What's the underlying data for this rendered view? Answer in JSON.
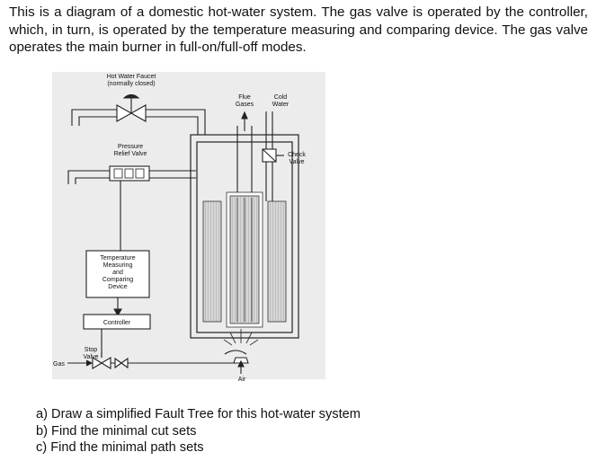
{
  "intro": "This is a diagram of a domestic hot-water system. The gas valve is operated by the controller, which, in turn, is operated by the temperature measuring and comparing device. The gas valve operates the main burner in full-on/full-off modes.",
  "diagram": {
    "hot_water_faucet": [
      "Hot Water Faucet",
      "(normally closed)"
    ],
    "pressure_relief_valve": [
      "Pressure",
      "Relief Valve"
    ],
    "flue_gases": [
      "Flue",
      "Gases"
    ],
    "cold_water": [
      "Cold",
      "Water"
    ],
    "check_valve": [
      "Check",
      "Valve"
    ],
    "temperature_device": [
      "Temperature",
      "Measuring",
      "and",
      "Comparing",
      "Device"
    ],
    "controller": "Controller",
    "stop_valve": [
      "Stop",
      "Valve"
    ],
    "gas": "Gas",
    "air": "Air"
  },
  "questions": [
    "a)  Draw a simplified Fault Tree for this hot-water system",
    "b)  Find the minimal cut sets",
    "c)  Find the minimal path sets"
  ]
}
